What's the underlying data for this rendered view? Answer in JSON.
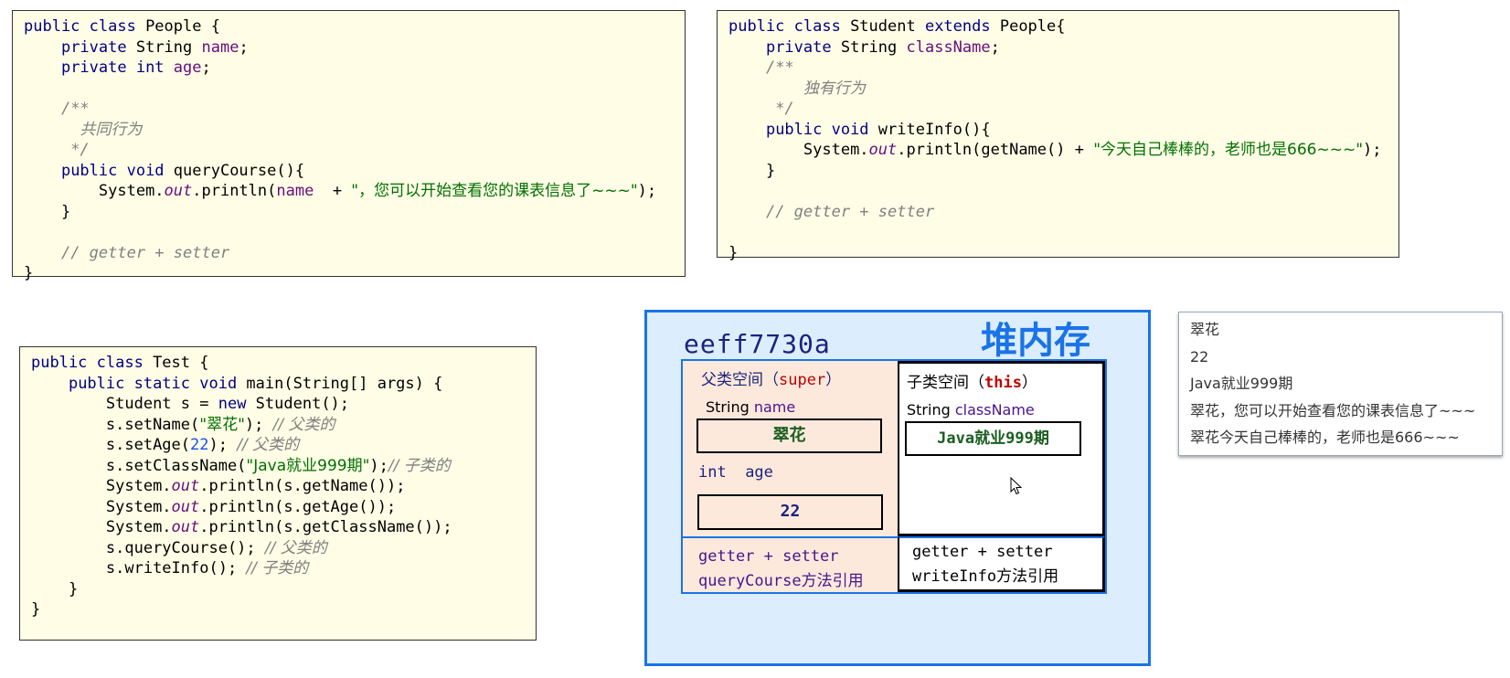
{
  "people_code": {
    "l1": [
      "public class ",
      "People {"
    ],
    "l2": [
      "private ",
      "String ",
      "name",
      ";"
    ],
    "l3": [
      "private int ",
      "age",
      ";"
    ],
    "l5": "/**",
    "l6": "共同行为",
    "l7": "*/",
    "l8": [
      "public void ",
      "queryCourse(){"
    ],
    "l9": [
      "System.",
      "out",
      ".println(",
      "name",
      "  + ",
      "\"，您可以开始查看您的课表信息了~~~\"",
      ");"
    ],
    "l10": "}",
    "l12": "// getter + setter",
    "l13": "}"
  },
  "student_code": {
    "l1": [
      "public class ",
      "Student ",
      "extends ",
      "People{"
    ],
    "l2": [
      "private ",
      "String ",
      "className",
      ";"
    ],
    "l3": "/**",
    "l4": "独有行为",
    "l5": "*/",
    "l6": [
      "public void ",
      "writeInfo(){"
    ],
    "l7": [
      "System.",
      "out",
      ".println(getName() + ",
      "\"今天自己棒棒的，老师也是666~~~\"",
      ");"
    ],
    "l8": "}",
    "l10": "// getter + setter",
    "l12": "}"
  },
  "test_code": {
    "l1": [
      "public class ",
      "Test {"
    ],
    "l2": [
      "public static void ",
      "main(String[] args) {"
    ],
    "l3": [
      "Student s = ",
      "new ",
      "Student();"
    ],
    "l4": [
      "s.setName(",
      "\"翠花\"",
      "); ",
      "// 父类的"
    ],
    "l5": [
      "s.setAge(",
      "22",
      "); ",
      "// 父类的"
    ],
    "l6": [
      "s.setClassName(",
      "\"Java就业999期\"",
      ");",
      "// 子类的"
    ],
    "l7": [
      "System.",
      "out",
      ".println(s.getName());"
    ],
    "l8": [
      "System.",
      "out",
      ".println(s.getAge());"
    ],
    "l9": [
      "System.",
      "out",
      ".println(s.getClassName());"
    ],
    "l10": [
      "s.queryCourse(); ",
      "// 父类的"
    ],
    "l11": [
      "s.writeInfo(); ",
      "// 子类的"
    ],
    "l12": "}",
    "l13": "}"
  },
  "heap": {
    "address": "eeff7730a",
    "title": "堆内存",
    "parent_space": [
      "父类空间（",
      "super",
      "）"
    ],
    "name_field": [
      "String ",
      "name"
    ],
    "name_value": "翠花",
    "age_field": [
      "int  ",
      "age"
    ],
    "age_value": "22",
    "child_space": [
      "子类空间（",
      "this",
      "）"
    ],
    "classname_field": [
      "String ",
      "className"
    ],
    "classname_value": "Java就业999期",
    "parent_methods": [
      "getter + setter",
      "queryCourse方法引用"
    ],
    "child_methods": [
      "getter + setter",
      "writeInfo方法引用"
    ]
  },
  "console": [
    "翠花",
    "22",
    "Java就业999期",
    "翠花，您可以开始查看您的课表信息了~~~",
    "翠花今天自己棒棒的，老师也是666~~~"
  ],
  "colors": {
    "code_bg": "#fffde6",
    "keyword": "#000080",
    "field": "#660e7a",
    "comment": "#808080",
    "string": "#007000",
    "heap_border": "#1a73e8",
    "parent_space_bg": "#fde9dc",
    "super_this": "#c00000"
  },
  "icons": {
    "cursor": "mouse-pointer-icon"
  }
}
